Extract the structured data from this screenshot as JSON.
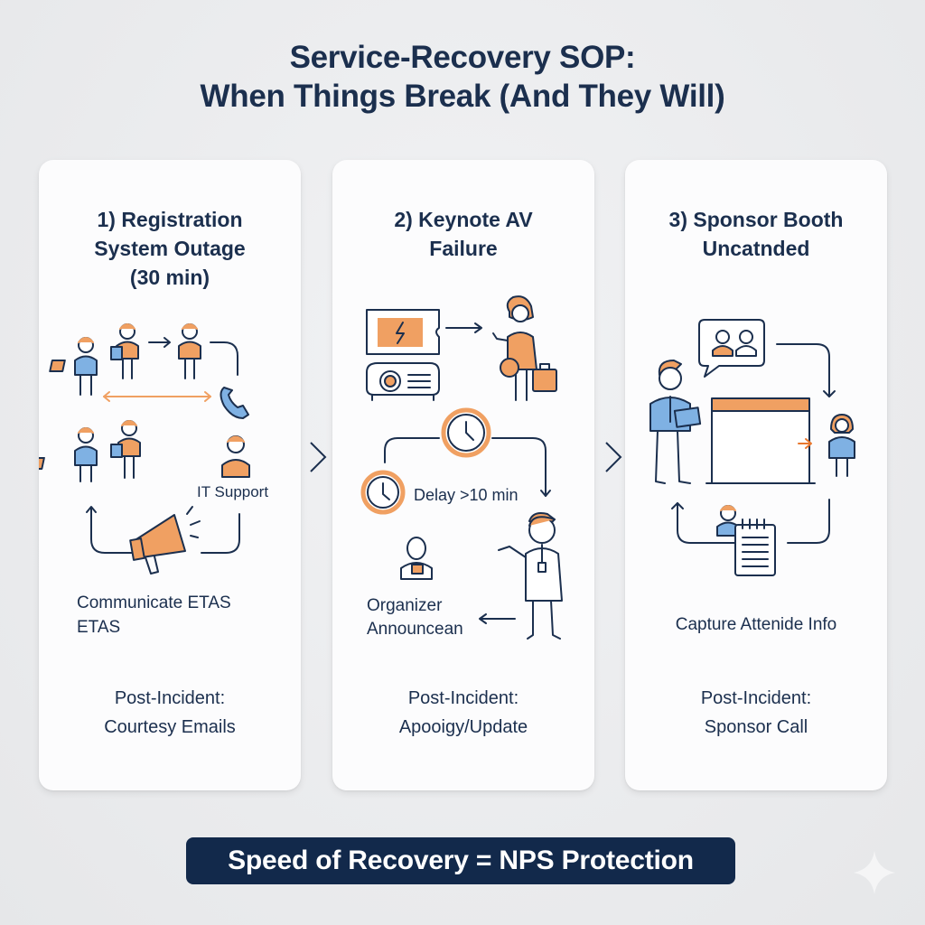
{
  "header": {
    "title_line1": "Service-Recovery SOP:",
    "title_line2": "When Things Break (And They Will)"
  },
  "colors": {
    "navy": "#1b2f4e",
    "orange": "#f0a062",
    "blue": "#7fb1e3",
    "banner_bg": "#12294b",
    "card_bg": "#fcfcfd",
    "page_bg": "#e8e9eb"
  },
  "cards": [
    {
      "title_lines": [
        "1) Registration",
        "System Outage",
        "(30 min)"
      ],
      "labels": {
        "it_support": "IT Support",
        "action_line1": "Communicate ETAS",
        "action_line2": "ETAS"
      },
      "post_incident_label": "Post-Incident:",
      "post_incident_action": "Courtesy Emails",
      "icons": [
        "staff-with-laptop-icon",
        "staff-with-tablet-icon",
        "staff-icon",
        "phone-icon",
        "it-support-person-icon",
        "megaphone-icon"
      ]
    },
    {
      "title_lines": [
        "2) Keynote AV",
        "Failure"
      ],
      "labels": {
        "delay": "Delay >10 min",
        "organizer_line1": "Organizer",
        "organizer_line2": "Announcean"
      },
      "post_incident_label": "Post-Incident:",
      "post_incident_action": "Apooigy/Update",
      "icons": [
        "broken-screen-icon",
        "projector-icon",
        "technician-icon",
        "clock-icon",
        "organizer-icon",
        "presenter-icon"
      ]
    },
    {
      "title_lines": [
        "3) Sponsor Booth",
        "Uncatnded"
      ],
      "labels": {
        "action": "Capture Attenide Info"
      },
      "post_incident_label": "Post-Incident:",
      "post_incident_action": "Sponsor Call",
      "icons": [
        "speech-bubble-people-icon",
        "staff-with-tablet-icon",
        "booth-icon",
        "attendee-icon",
        "notepad-icon"
      ]
    }
  ],
  "footer": {
    "banner": "Speed of Recovery = NPS Protection"
  }
}
